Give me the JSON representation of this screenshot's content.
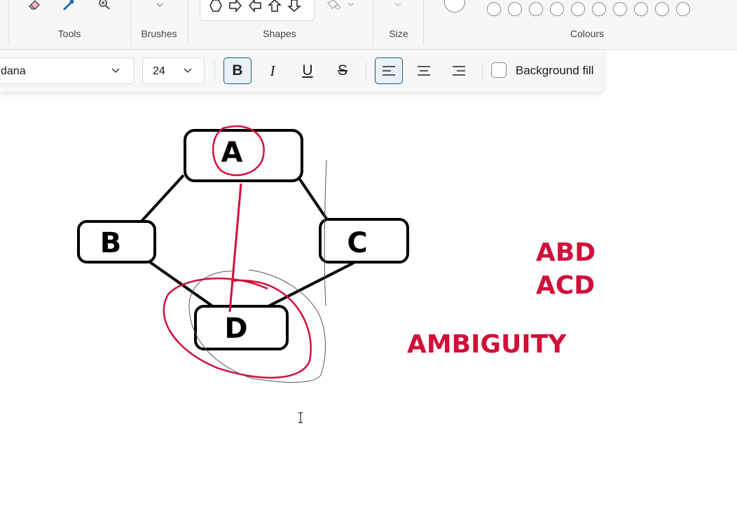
{
  "ribbon": {
    "groups": {
      "tools": "Tools",
      "brushes": "Brushes",
      "shapes": "Shapes",
      "size": "Size",
      "colours": "Colours"
    },
    "tool_icons": [
      "eraser-icon",
      "color-picker-icon",
      "magnifier-icon"
    ],
    "shape_icons": [
      "hexagon-icon",
      "arrow-right-icon",
      "arrow-left-icon",
      "arrow-up-icon",
      "arrow-down-icon"
    ]
  },
  "text_toolbar": {
    "font_name": "dana",
    "font_size": "24",
    "bold": "B",
    "italic": "I",
    "underline": "U",
    "strikethrough": "S",
    "background_fill": "Background fill"
  },
  "diagram": {
    "nodes": [
      "A",
      "B",
      "C",
      "D"
    ]
  },
  "annotations": {
    "path1": "ABD",
    "path2": "ACD",
    "note": "AMBIGUITY"
  },
  "colors": {
    "accent_red": "#d0103a",
    "active_border": "#1b5e7a"
  }
}
